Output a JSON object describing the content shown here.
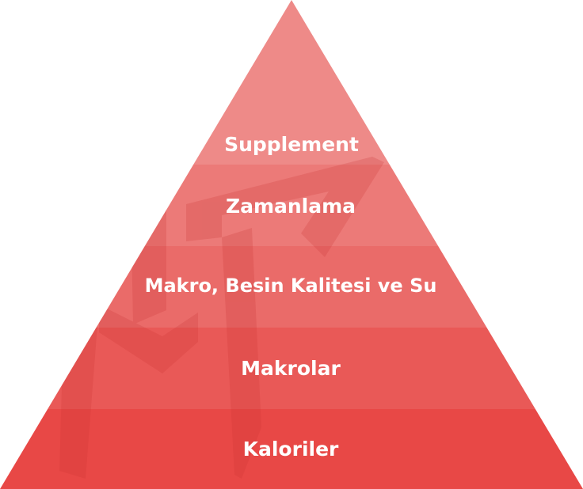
{
  "pyramid": {
    "tiers": [
      {
        "label": "Supplement",
        "color": "#EE8A88"
      },
      {
        "label": "Zamanlama",
        "color": "#EC7A78"
      },
      {
        "label": "Makro, Besin Kalitesi ve Su",
        "color": "#EA6B69"
      },
      {
        "label": "Makrolar",
        "color": "#E95957"
      },
      {
        "label": "Kaloriler",
        "color": "#E84846"
      }
    ],
    "watermark": {
      "icon": "logo-watermark-icon",
      "color": "#C83432"
    }
  }
}
